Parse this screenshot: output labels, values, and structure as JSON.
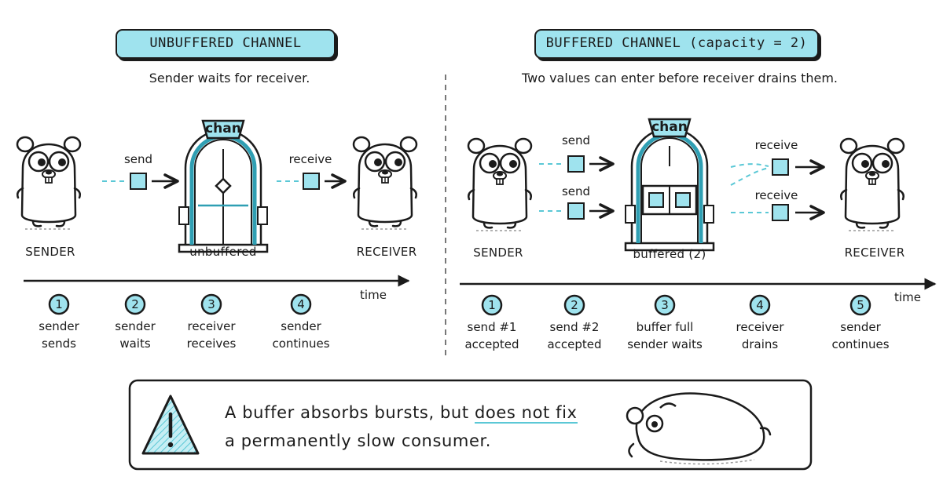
{
  "unbuffered": {
    "title": "UNBUFFERED CHANNEL",
    "subtitle": "Sender waits for receiver.",
    "send_label": "send",
    "receive_label": "receive",
    "chan_label": "chan",
    "sender_caption": "SENDER",
    "gate_caption": "unbuffered",
    "receiver_caption": "RECEIVER",
    "time_label": "time",
    "steps": [
      {
        "num": "1",
        "text": "sender\nsends"
      },
      {
        "num": "2",
        "text": "sender\nwaits"
      },
      {
        "num": "3",
        "text": "receiver\nreceives"
      },
      {
        "num": "4",
        "text": "sender\ncontinues"
      }
    ]
  },
  "buffered": {
    "title": "BUFFERED CHANNEL (capacity = 2)",
    "subtitle": "Two values can enter before receiver drains them.",
    "send_label_1": "send",
    "send_label_2": "send",
    "receive_label_1": "receive",
    "receive_label_2": "receive",
    "chan_label": "chan",
    "sender_caption": "SENDER",
    "gate_caption": "buffered (2)",
    "receiver_caption": "RECEIVER",
    "time_label": "time",
    "steps": [
      {
        "num": "1",
        "text": "send #1\naccepted"
      },
      {
        "num": "2",
        "text": "send #2\naccepted"
      },
      {
        "num": "3",
        "text": "buffer full\nsender waits"
      },
      {
        "num": "4",
        "text": "receiver\ndrains"
      },
      {
        "num": "5",
        "text": "sender\ncontinues"
      }
    ]
  },
  "warning": {
    "text_before": "A buffer absorbs bursts, but ",
    "highlight": "does not fix",
    "text_after": "a permanently slow consumer."
  },
  "colors": {
    "accent": "#9fe3ee",
    "accent_dark": "#2f9fb3",
    "stroke": "#1b1b1b",
    "highlight": "#5bc8d6"
  }
}
